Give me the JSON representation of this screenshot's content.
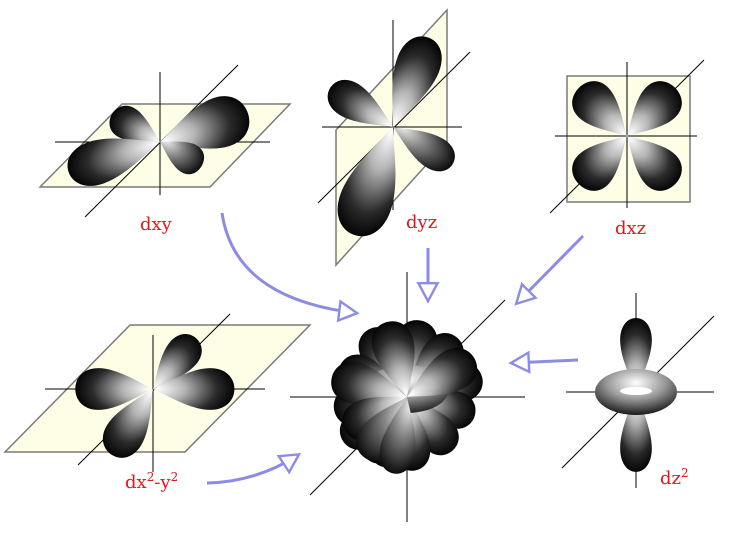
{
  "colors": {
    "label": "#e8141a",
    "arrow": "#8c8ce6",
    "plane_fill": "#fefee6",
    "plane_stroke": "#7a7a7a",
    "axis": "#000000"
  },
  "labels": {
    "dxy": {
      "base": "d",
      "sub": "xy"
    },
    "dyz": {
      "base": "d",
      "sub": "yz"
    },
    "dxz": {
      "base": "d",
      "sub": "xz"
    },
    "dx2y2": {
      "base": "d",
      "sub1": "x",
      "sup1": "2",
      "dash": "-",
      "sub2": "y",
      "sup2": "2"
    },
    "dz2": {
      "base": "d",
      "sub": "z",
      "sup": "2"
    }
  },
  "icons": {
    "arrows": "open-head-arrow-icon",
    "lobes": "orbital-lobe-icon"
  }
}
